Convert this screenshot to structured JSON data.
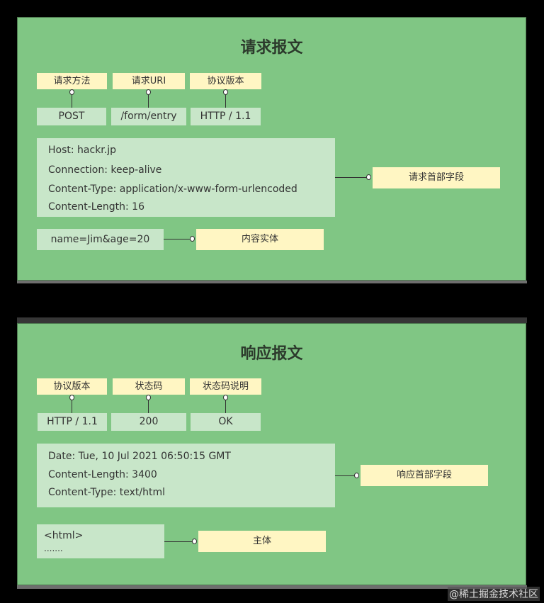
{
  "request": {
    "title": "请求报文",
    "labels": [
      "请求方法",
      "请求URI",
      "协议版本"
    ],
    "values": [
      "POST",
      "/form/entry",
      "HTTP / 1.1"
    ],
    "headers": [
      "Host: hackr.jp",
      "Connection: keep-alive",
      "Content-Type: application/x-www-form-urlencoded",
      "Content-Length: 16"
    ],
    "headers_label": "请求首部字段",
    "body": "name=Jim&age=20",
    "body_label": "内容实体"
  },
  "response": {
    "title": "响应报文",
    "labels": [
      "协议版本",
      "状态码",
      "状态码说明"
    ],
    "values": [
      "HTTP / 1.1",
      "200",
      "OK"
    ],
    "headers": [
      "Date: Tue, 10 Jul 2021 06:50:15 GMT",
      "Content-Length: 3400",
      "Content-Type: text/html"
    ],
    "headers_label": "响应首部字段",
    "body_lines": [
      "<html>",
      "......."
    ],
    "body_label": "主体"
  },
  "watermark": "@稀土掘金技术社区",
  "colors": {
    "panel_bg": "#80c684",
    "label_bg": "#fff6c3",
    "value_bg": "#c8e6c9"
  }
}
